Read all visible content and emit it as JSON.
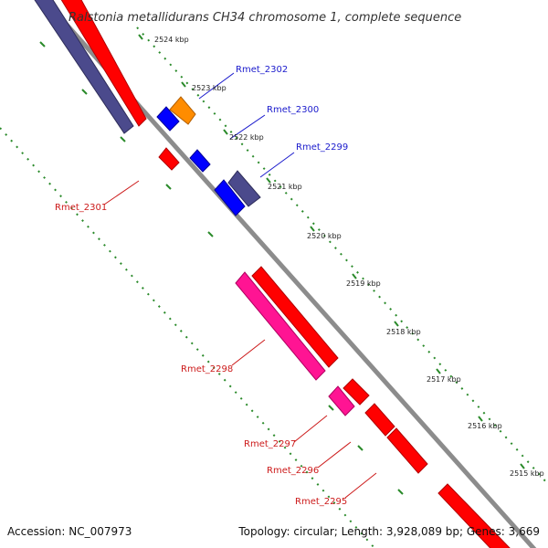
{
  "title": "Ralstonia metallidurans CH34 chromosome 1, complete sequence",
  "accession": "Accession: NC_007973",
  "topology": "Topology: circular; Length: 3,928,089 bp; Genes: 3,669",
  "colors": {
    "backbone": "#8c8c8c",
    "tick": "#2a8a2a",
    "forward_label": "#1a1acc",
    "reverse_label": "#cc1a1a",
    "red": "#ff0000",
    "blue": "#0000ff",
    "orange": "#ff8c00",
    "purple": "#4b4a8c",
    "pink": "#ff1493"
  },
  "ticks": [
    {
      "kbp": 2524,
      "label": "2524 kbp"
    },
    {
      "kbp": 2523,
      "label": "2523 kbp"
    },
    {
      "kbp": 2522,
      "label": "2522 kbp"
    },
    {
      "kbp": 2521,
      "label": "2521 kbp"
    },
    {
      "kbp": 2520,
      "label": "2520 kbp"
    },
    {
      "kbp": 2519,
      "label": "2519 kbp"
    },
    {
      "kbp": 2518,
      "label": "2518 kbp"
    },
    {
      "kbp": 2517,
      "label": "2517 kbp"
    },
    {
      "kbp": 2516,
      "label": "2516 kbp"
    },
    {
      "kbp": 2515,
      "label": "2515 kbp"
    }
  ],
  "gene_labels": {
    "forward": [
      {
        "id": "rmet2302",
        "text": "Rmet_2302"
      },
      {
        "id": "rmet2300",
        "text": "Rmet_2300"
      },
      {
        "id": "rmet2299",
        "text": "Rmet_2299"
      }
    ],
    "reverse": [
      {
        "id": "rmet2301",
        "text": "Rmet_2301"
      },
      {
        "id": "rmet2298",
        "text": "Rmet_2298"
      },
      {
        "id": "rmet2297",
        "text": "Rmet_2297"
      },
      {
        "id": "rmet2296",
        "text": "Rmet_2296"
      },
      {
        "id": "rmet2295",
        "text": "Rmet_2295"
      }
    ]
  }
}
